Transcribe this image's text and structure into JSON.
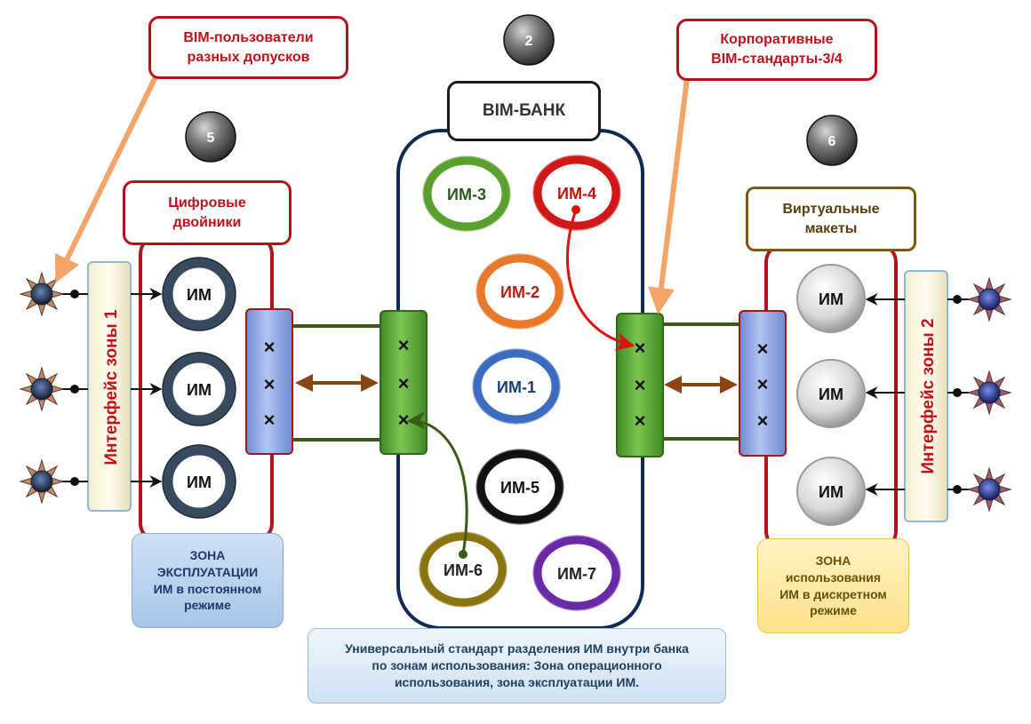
{
  "labels": {
    "bim_users": "BIM-пользователи\nразных допусков",
    "corporate_standards": "Корпоративные\nBIM-стандарты-3/4",
    "bim_bank": "BIM-БАНК",
    "digital_twins": "Цифровые\nдвойники",
    "virtual_models": "Виртуальные\nмакеты",
    "zone1_interface": "Интерфейс зоны 1",
    "zone2_interface": "Интерфейс зоны 2",
    "zone_operation": "ЗОНА\nЭКСПЛУАТАЦИИ\nИМ в постоянном\nрежиме",
    "zone_usage": "ЗОНА\nиспользования\nИМ в дискретном\nрежиме",
    "universal_standard": "Универсальный стандарт разделения ИМ внутри банка\nпо зонам использования: Зона операционного\nиспользования, зона эксплуатации ИМ."
  },
  "badges": {
    "b2": "2",
    "b5": "5",
    "b6": "6"
  },
  "im_label": "ИМ",
  "bank_models": [
    {
      "label": "ИМ-3",
      "color": "#5aa030",
      "text_color": "#2a5a1a"
    },
    {
      "label": "ИМ-4",
      "color": "#d01818",
      "text_color": "#c01010"
    },
    {
      "label": "ИМ-2",
      "color": "#e8782a",
      "text_color": "#b02010"
    },
    {
      "label": "ИМ-1",
      "color": "#3c6cc0",
      "text_color": "#1a3a80"
    },
    {
      "label": "ИМ-5",
      "color": "#111111",
      "text_color": "#111111"
    },
    {
      "label": "ИМ-6",
      "color": "#8a7410",
      "text_color": "#222222"
    },
    {
      "label": "ИМ-7",
      "color": "#6a2aa8",
      "text_color": "#222222"
    }
  ],
  "switch_mark": "×",
  "colors": {
    "red": "#c0111a",
    "dark_navy": "#0f2a55",
    "green_bus": "#5aa83a",
    "blue_bus": "#8aa6e0",
    "pointer_orange": "#f4a466",
    "link_green": "#3a5a1a",
    "arrow_brown": "#8b4513"
  }
}
